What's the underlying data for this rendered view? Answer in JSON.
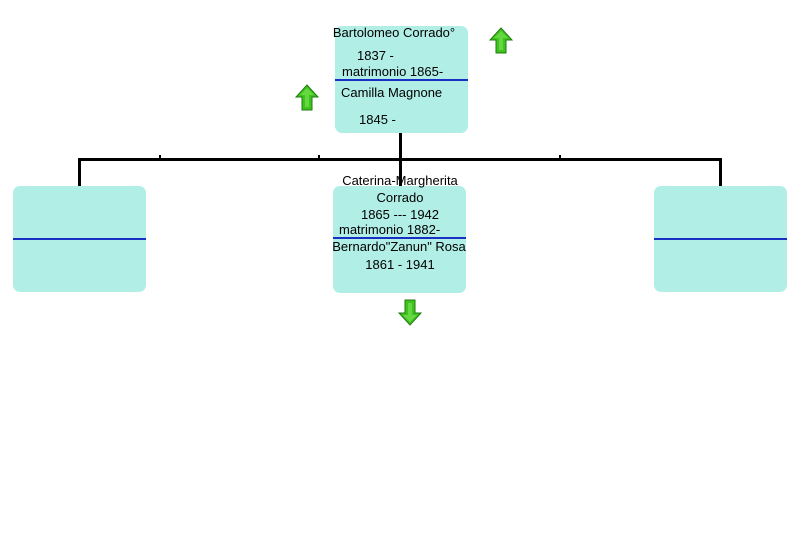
{
  "parent": {
    "husband_name": "Bartolomeo Corrado°",
    "husband_years": "1837 -",
    "marriage": "matrimonio 1865-",
    "wife_name": "Camilla Magnone",
    "wife_years": "1845 -"
  },
  "children": [
    {
      "name_line1": "",
      "name_line2": ""
    },
    {
      "name_line1": "Caterina-Margherita",
      "name_line2": "Corrado",
      "years": "1865 --- 1942",
      "marriage": "matrimonio 1882-",
      "spouse_name": "Bernardo\"Zanun\" Rosa",
      "spouse_years": "1861 - 1941"
    },
    {
      "name_line1": "",
      "name_line2": ""
    }
  ],
  "colors": {
    "box_fill": "#b0eee6",
    "separator": "#1a2fc4",
    "arrow_fill": "#3ec41c",
    "connector": "#000000"
  },
  "icons": {
    "nav_up": "up-arrow-icon",
    "nav_down": "down-arrow-icon"
  }
}
